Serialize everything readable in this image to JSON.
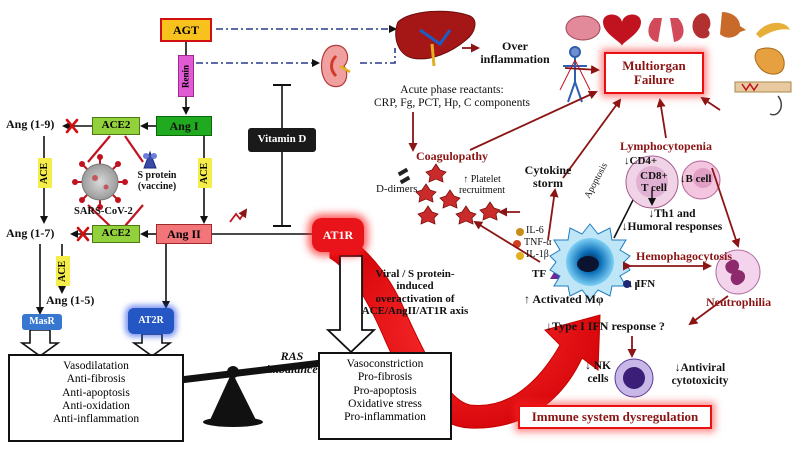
{
  "colors": {
    "agt": "#f7c21e",
    "renin": "#e05ad3",
    "ace2": "#93d13c",
    "ang1": "#1faa1f",
    "ang2": "#f2757a",
    "at1r": "#e8141a",
    "masr": "#3777cf",
    "at2r": "#2457c4",
    "ace": "#f5ee4a",
    "dark_red": "#8b1414",
    "vitamin_d": "#1a1a1a"
  },
  "labels": {
    "agt": "AGT",
    "renin": "Renin",
    "ace2_top": "ACE2",
    "ace2_bottom": "ACE2",
    "ang1": "Ang I",
    "ang2": "Ang II",
    "at1r": "AT1R",
    "ang_1_9": "Ang (1-9)",
    "ang_1_7": "Ang (1-7)",
    "ang_1_5": "Ang (1-5)",
    "ace_left": "ACE",
    "ace_mid": "ACE",
    "ace_right": "ACE",
    "masr": "MasR",
    "at2r": "AT2R",
    "vitamin_d": "Vitamin D",
    "sars_cov_2": "SARS-CoV-2",
    "s_protein": [
      "S protein",
      "(vaccine)"
    ],
    "ras_imbalance": [
      "RAS",
      "imbalance"
    ],
    "viral_note": [
      "Viral / S protein-",
      "induced",
      "overactivation of",
      "ACE/AngII/AT1R axis"
    ],
    "over_inflammation": [
      "Over",
      "inflammation"
    ],
    "acute_phase": [
      "Acute phase reactants:",
      "CRP, Fg, PCT, Hp, C components"
    ],
    "multiorgan_failure": [
      "Multiorgan",
      "Failure"
    ],
    "coagulopathy": "Coagulopathy",
    "d_dimers": "D-dimers",
    "platelet": [
      "↑ Platelet",
      "recruitment"
    ],
    "cytokine_storm": [
      "Cytokine",
      "storm"
    ],
    "cytokines": [
      "IL-6",
      "TNF-α",
      "IL-1β"
    ],
    "tf": "TF",
    "apoptosis": "Apoptosis",
    "lymphocytopenia": "Lymphocytopenia",
    "cd4": "↓CD4+",
    "cd8": [
      "CD8+",
      "T cell"
    ],
    "b_cell": "↓B cell",
    "th1": [
      "↓Th1 and",
      "↓Humoral responses"
    ],
    "hemophagocytosis": "Hemophagocytosis",
    "ifn": "↓ IFN",
    "activated_mphi": "↑ Activated Mφ",
    "type1_ifn": "↓Type I IFN response ?",
    "neutrophilia": "Neutrophilia",
    "nk_cells": [
      "↓  NK",
      "cells"
    ],
    "antiviral": [
      "↓Antiviral",
      "cytotoxicity"
    ],
    "immune_dysregulation": "Immune system dysregulation"
  },
  "effects_left": [
    "Vasodilatation",
    "Anti-fibrosis",
    "Anti-apoptosis",
    "Anti-oxidation",
    "Anti-inflammation"
  ],
  "effects_right": [
    "Vasoconstriction",
    "Pro-fibrosis",
    "Pro-apoptosis",
    "Oxidative stress",
    "Pro-inflammation"
  ]
}
